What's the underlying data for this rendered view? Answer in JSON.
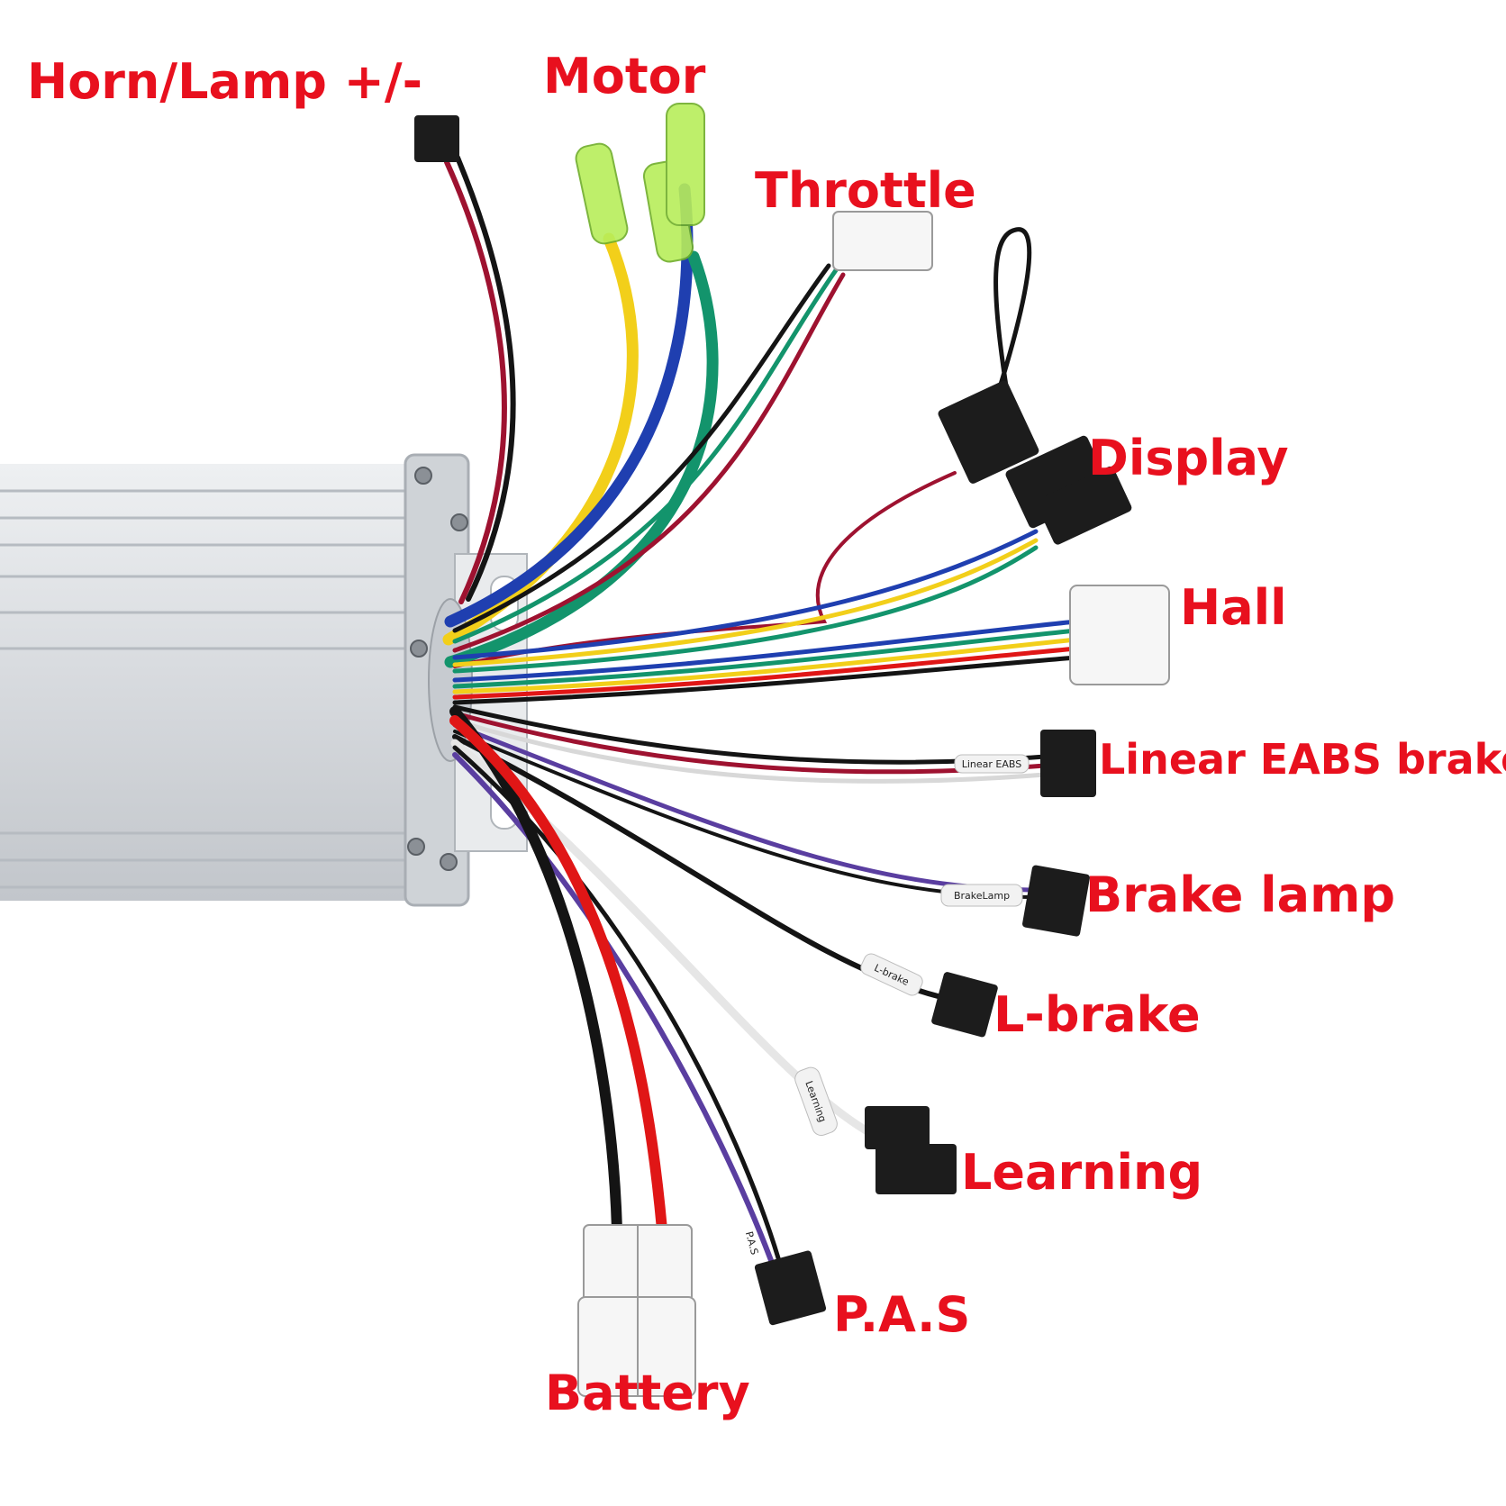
{
  "colors": {
    "label": "#e8101e",
    "housing": "#dfe2e5",
    "plate": "#d4d7db",
    "black_wire": "#141414",
    "red_wire": "#e01616",
    "dark_red_wire": "#9e1230",
    "yellow_wire": "#f2cf1a",
    "blue_wire": "#1f3fb0",
    "green_wire": "#13946c",
    "purple_wire": "#5a3ea0",
    "white_wire": "#f4f4f4",
    "lime_terminal": "#b8ee5a",
    "black_connector": "#1c1c1c",
    "white_connector": "#f6f6f6"
  },
  "labels": {
    "horn_lamp": "Horn/Lamp +/-",
    "motor": "Motor",
    "throttle": "Throttle",
    "display": "Display",
    "hall": "Hall",
    "linear_eabs_brake": "Linear EABS brake",
    "brake_lamp": "Brake lamp",
    "l_brake": "L-brake",
    "learning": "Learning",
    "pas": "P.A.S",
    "battery": "Battery"
  },
  "wire_tags": {
    "linear_eabs": "Linear EABS",
    "brake_lamp": "BrakeLamp",
    "l_brake": "L-brake",
    "learning": "Learning",
    "pas": "P.A.S"
  },
  "icons": {
    "controller": "controller-housing-icon",
    "terminal": "bullet-terminal-icon",
    "connector": "plug-connector-icon"
  }
}
